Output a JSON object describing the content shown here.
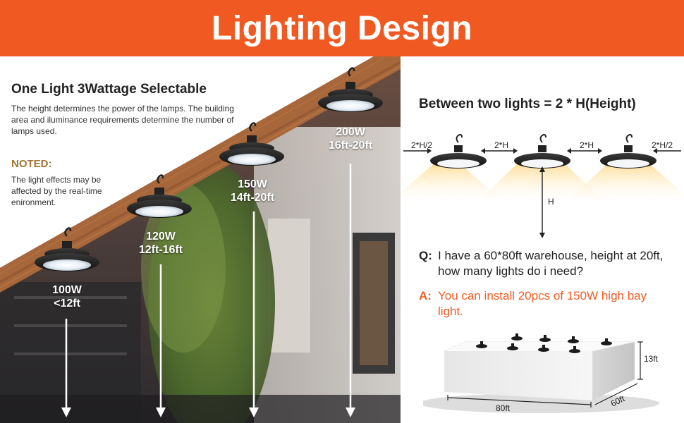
{
  "banner": {
    "title": "Lighting Design"
  },
  "intro": {
    "title": "One Light 3Wattage Selectable",
    "body": "The height determines the power of the lamps. The building area and iluminance requirements determine the number of lamps used."
  },
  "noted": {
    "title": "NOTED:",
    "body": "The light effects may be affected by the real-time enironment."
  },
  "lamps": [
    {
      "watt": "100W",
      "range": "<12ft"
    },
    {
      "watt": "120W",
      "range": "12ft-16ft"
    },
    {
      "watt": "150W",
      "range": "14ft-20ft"
    },
    {
      "watt": "200W",
      "range": "16ft-20ft"
    }
  ],
  "spacing": {
    "title": "Between two lights = 2 * H(Height)",
    "edge_left": "2*H/2",
    "gap_1": "2*H",
    "gap_2": "2*H",
    "edge_right": "2*H/2",
    "height": "H"
  },
  "qa": {
    "q_key": "Q:",
    "q_text": "I have a 60*80ft warehouse, height at 20ft, how many lights do i need?",
    "a_key": "A:",
    "a_text": "You can install 20pcs of 150W high bay light."
  },
  "warehouse": {
    "height": "13ft",
    "length": "80ft",
    "width": "60ft"
  },
  "colors": {
    "brand": "#f05a22",
    "noted": "#a07434",
    "wood": "#a8673a"
  }
}
